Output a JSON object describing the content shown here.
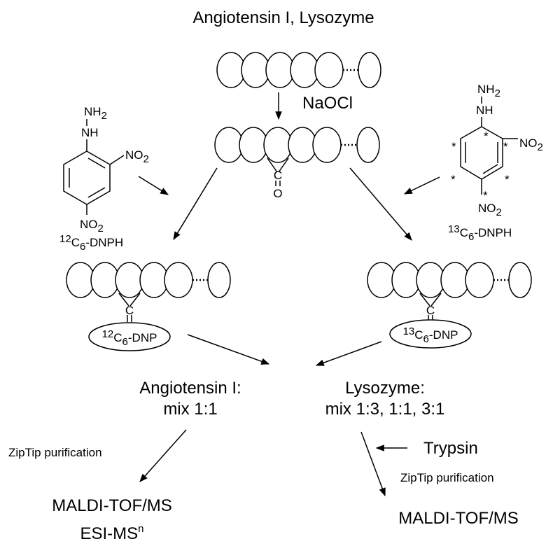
{
  "title": "Angiotensin I, Lysozyme",
  "oxidant": "NaOCl",
  "carbonyl": {
    "c": "C",
    "o": "O"
  },
  "reagent_light": {
    "nh2": "NH",
    "nh2_sub": "2",
    "nh": "NH",
    "no2_top": "NO",
    "no2_top_sub": "2",
    "no2_bottom": "NO",
    "no2_bottom_sub": "2",
    "name_sup": "12",
    "name_c": "C",
    "name_sub": "6",
    "name_rest": "-DNPH"
  },
  "reagent_heavy": {
    "nh2": "NH",
    "nh2_sub": "2",
    "nh": "NH",
    "no2_right": "NO",
    "no2_right_sub": "2",
    "no2_bottom": "NO",
    "no2_bottom_sub": "2",
    "star": "*",
    "name_sup": "13",
    "name_c": "C",
    "name_sub": "6",
    "name_rest": "-DNPH"
  },
  "derivative_light": {
    "c": "C",
    "sup": "12",
    "cc": "C",
    "sub": "6",
    "rest": "-DNP"
  },
  "derivative_heavy": {
    "c": "C",
    "sup": "13",
    "cc": "C",
    "sub": "6",
    "rest": "-DNP"
  },
  "angiotensin": {
    "line1": "Angiotensin I:",
    "line2": "mix 1:1"
  },
  "lysozyme": {
    "line1": "Lysozyme:",
    "line2": "mix 1:3, 1:1, 3:1"
  },
  "left_path": {
    "step": "ZipTip purification",
    "out1": "MALDI-TOF/MS",
    "out2": "ESI-MS",
    "out2_sup": "n"
  },
  "right_path": {
    "enzyme": "Trypsin",
    "step": "ZipTip purification",
    "out1": "MALDI-TOF/MS"
  }
}
